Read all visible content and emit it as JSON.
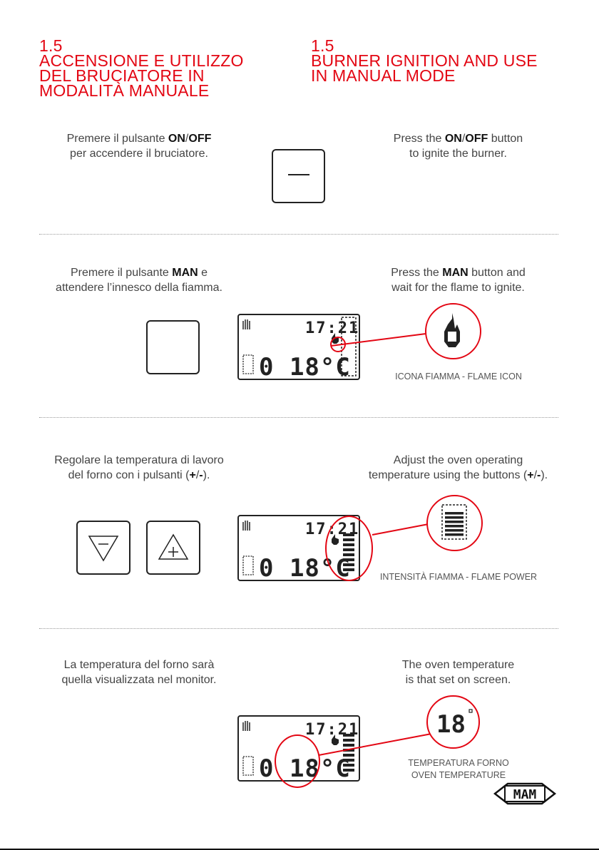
{
  "headings": {
    "it": {
      "number": "1.5",
      "lines": [
        "ACCENSIONE E UTILIZZO",
        "DEL BRUCIATORE IN",
        "MODALITÀ MANUALE"
      ]
    },
    "en": {
      "number": "1.5",
      "lines": [
        "BURNER IGNITION AND USE",
        "IN MANUAL MODE"
      ]
    }
  },
  "steps": [
    {
      "it": {
        "pre": "Premere il pulsante ",
        "k1": "ON",
        "sep": "/",
        "k2": "OFF",
        "post": "",
        "line2": "per accendere il bruciatore."
      },
      "en": {
        "pre": "Press the ",
        "k1": "ON",
        "sep": "/",
        "k2": "OFF",
        "post": " button",
        "line2": "to ignite the burner."
      }
    },
    {
      "it": {
        "pre": "Premere il pulsante ",
        "k1": "MAN",
        "post": " e",
        "line2": "attendere l’innesco della fiamma."
      },
      "en": {
        "pre": "Press the ",
        "k1": "MAN",
        "post": " button and",
        "line2": "wait for the flame to ignite."
      },
      "callout": "ICONA FIAMMA - FLAME ICON"
    },
    {
      "it": {
        "line1": "Regolare la temperatura di lavoro",
        "pre2": "del forno con i pulsanti (",
        "k1": "+",
        "sep": "/",
        "k2": "-",
        "post2": ")."
      },
      "en": {
        "line1": "Adjust the oven operating",
        "pre2": "temperature using the buttons (",
        "k1": "+",
        "sep": "/",
        "k2": "-",
        "post2": ")."
      },
      "callout": "INTENSITÀ FIAMMA - FLAME POWER"
    },
    {
      "it": {
        "line1": "La temperatura del forno sarà",
        "line2": "quella visualizzata nel monitor."
      },
      "en": {
        "line1": "The oven temperature",
        "line2": "is that set on screen."
      },
      "callout_lines": [
        "TEMPERATURA FORNO",
        "OVEN TEMPERATURE"
      ]
    }
  ],
  "lcd": {
    "time": "17:21",
    "temp": "0 18°C",
    "digits": "18"
  },
  "logo": "MAM",
  "colors": {
    "accent": "#e30613",
    "text": "#444444",
    "key": "#111111"
  }
}
